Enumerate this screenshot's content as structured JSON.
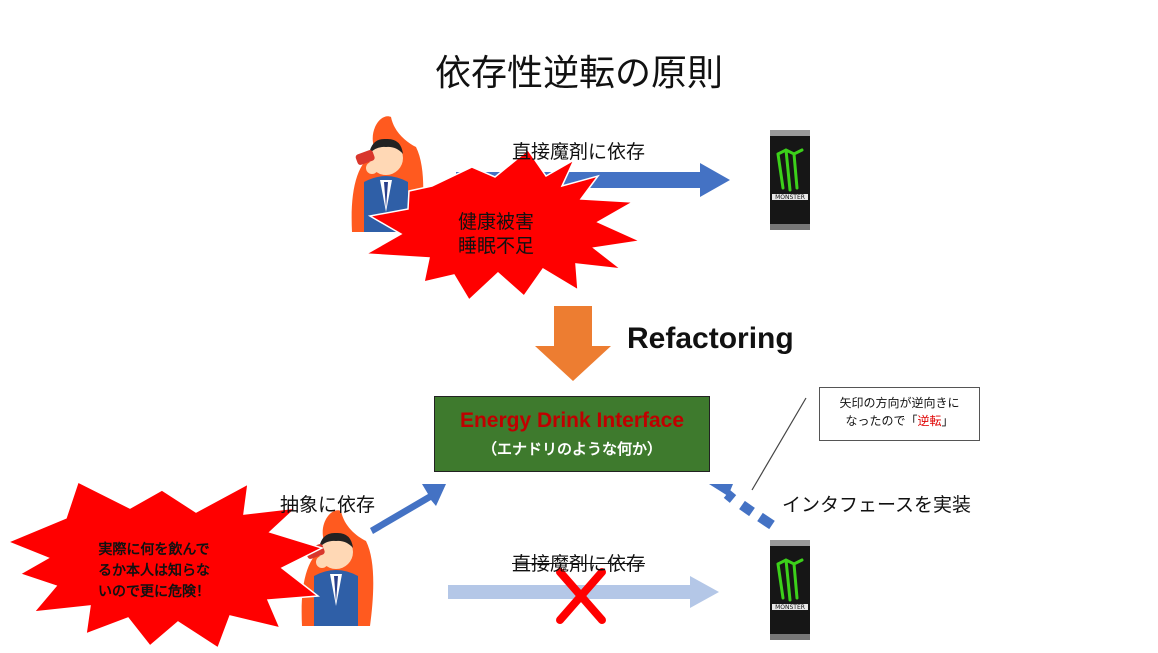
{
  "title": "依存性逆転の原則",
  "top": {
    "arrow_label": "直接魔剤に依存",
    "burst_line1": "健康被害",
    "burst_line2": "睡眠不足"
  },
  "refactor_label": "Refactoring",
  "interface": {
    "name": "Energy Drink Interface",
    "subtitle": "（エナドリのような何か）"
  },
  "note": {
    "line1": "矢印の方向が逆向きに",
    "line2_prefix": "なったので「",
    "line2_highlight": "逆転",
    "line2_suffix": "」"
  },
  "bottom": {
    "abstract_label": "抽象に依存",
    "implements_label": "インタフェースを実装",
    "direct_label": "直接魔剤に依存",
    "burst_line1": "実際に何を飲んで",
    "burst_line2": "るか本人は知らな",
    "burst_line3": "いので更に危険！"
  },
  "can_text": "MONSTER",
  "colors": {
    "arrow_blue": "#4472c4",
    "arrow_faded": "#b4c7e7",
    "refactor_arrow": "#ed7d31",
    "burst_red": "#ff0000",
    "cross_red": "#ff0000",
    "interface_green": "#3e7a2d",
    "interface_text_red": "#c00000"
  }
}
